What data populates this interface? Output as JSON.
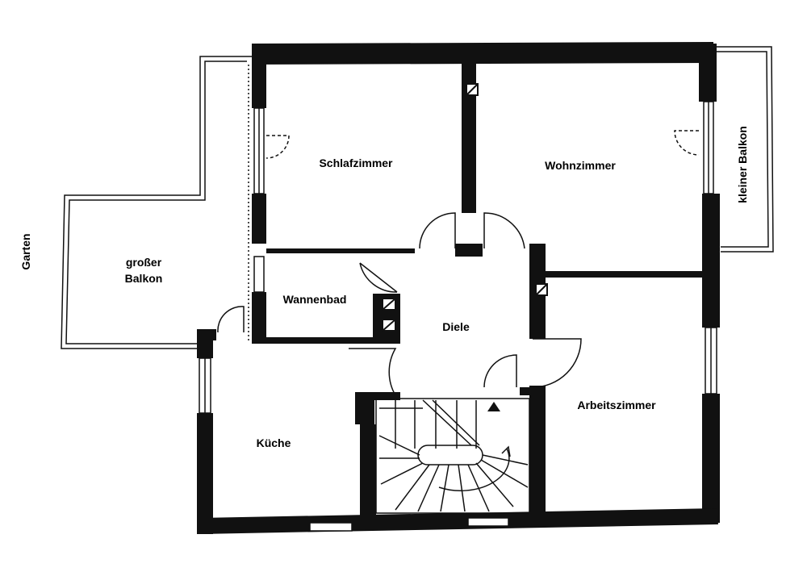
{
  "rooms": {
    "schlafzimmer": "Schlafzimmer",
    "wohnzimmer": "Wohnzimmer",
    "kleiner_balkon": "kleiner Balkon",
    "garten": "Garten",
    "grosser_balkon_line1": "großer",
    "grosser_balkon_line2": "Balkon",
    "wannenbad": "Wannenbad",
    "diele": "Diele",
    "arbeitszimmer": "Arbeitszimmer",
    "kueche": "Küche"
  },
  "colors": {
    "wall": "#111111",
    "background": "#ffffff"
  }
}
